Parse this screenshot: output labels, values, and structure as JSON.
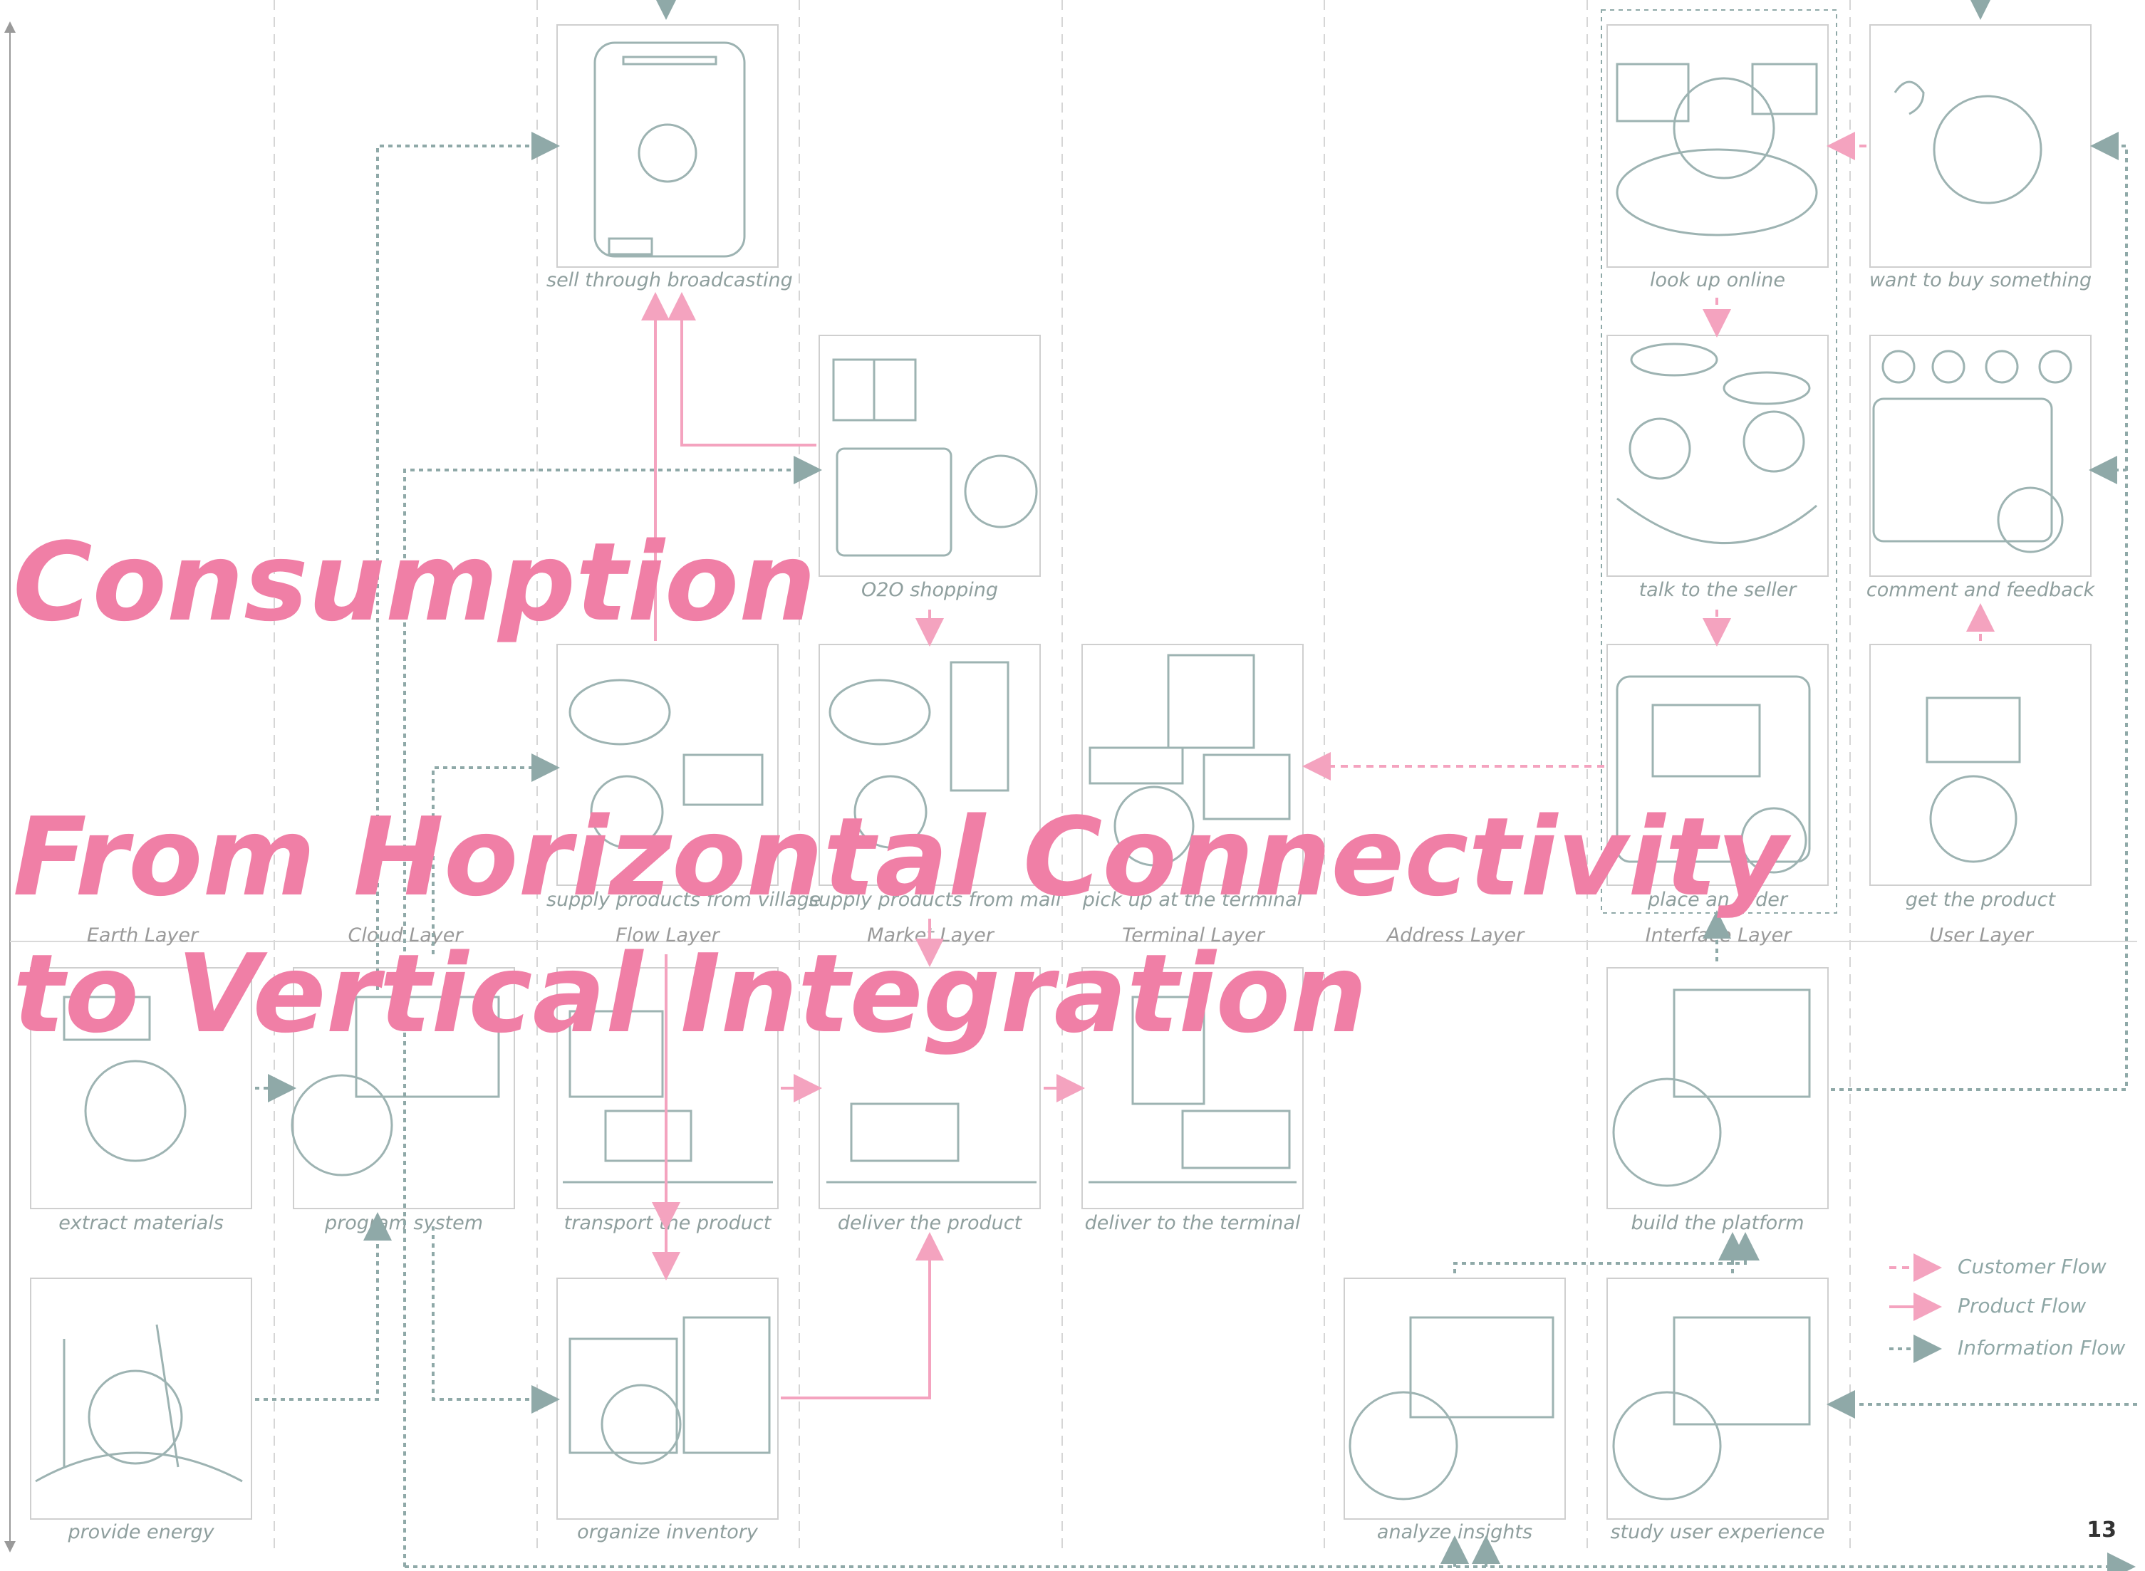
{
  "overlay_text": {
    "line1": "Consumption",
    "line2": "From Horizontal Connectivity",
    "line3": "to Vertical Integration"
  },
  "layers": [
    "Earth Layer",
    "Cloud Layer",
    "Flow Layer",
    "Market Layer",
    "Terminal Layer",
    "Address Layer",
    "Interface Layer",
    "User Layer"
  ],
  "panels": {
    "sell_through_broadcasting": "sell through broadcasting",
    "o2o_shopping": "O2O shopping",
    "supply_from_village": "supply products from village",
    "supply_from_mall": "supply products from mall",
    "pick_up_terminal": "pick up at the terminal",
    "look_up_online": "look up online",
    "want_to_buy": "want to buy something",
    "talk_to_seller": "talk to the seller",
    "comment_feedback": "comment and feedback",
    "place_order": "place an order",
    "get_product": "get the product",
    "extract_materials": "extract materials",
    "program_system": "program system",
    "transport_product": "transport the product",
    "deliver_product": "deliver the product",
    "deliver_terminal": "deliver to the terminal",
    "build_platform": "build the platform",
    "provide_energy": "provide energy",
    "organize_inventory": "organize inventory",
    "analyze_insights": "analyze insights",
    "study_ux": "study user experience"
  },
  "legend": {
    "customer": "Customer Flow",
    "product": "Product Flow",
    "information": "Information Flow"
  },
  "colors": {
    "customer_flow": "#f4a3bf",
    "product_flow": "#f4a3bf",
    "information_flow": "#8fa9a8",
    "overlay": "#f07fa6"
  },
  "page_number": "13"
}
